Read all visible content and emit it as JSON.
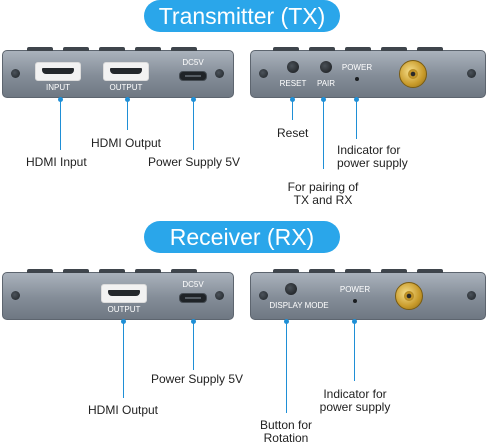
{
  "sections": {
    "transmitter": {
      "title": "Transmitter (TX)"
    },
    "receiver": {
      "title": "Receiver (RX)"
    }
  },
  "tx_front": {
    "port_input": "INPUT",
    "port_output": "OUTPUT",
    "port_power": "DC5V"
  },
  "tx_back": {
    "reset": "RESET",
    "pair": "PAIR",
    "power": "POWER"
  },
  "rx_front": {
    "port_output": "OUTPUT",
    "port_power": "DC5V"
  },
  "rx_back": {
    "display_mode": "DISPLAY MODE",
    "power": "POWER"
  },
  "callouts": {
    "tx_hdmi_input": "HDMI Input",
    "tx_hdmi_output": "HDMI Output",
    "tx_power_supply": "Power Supply 5V",
    "tx_reset": "Reset",
    "tx_indicator_1": "Indicator for",
    "tx_indicator_2": "power supply",
    "tx_pairing_1": "For pairing of",
    "tx_pairing_2": "TX and RX",
    "rx_power_supply": "Power Supply 5V",
    "rx_hdmi_output": "HDMI Output",
    "rx_rotation_1": "Button for",
    "rx_rotation_2": "Rotation",
    "rx_indicator_1": "Indicator for",
    "rx_indicator_2": "power supply"
  },
  "colors": {
    "accent": "#2aa6ea",
    "line": "#1f8fd6",
    "device": "#8b939d",
    "connector_gold": "#d4a72c"
  }
}
